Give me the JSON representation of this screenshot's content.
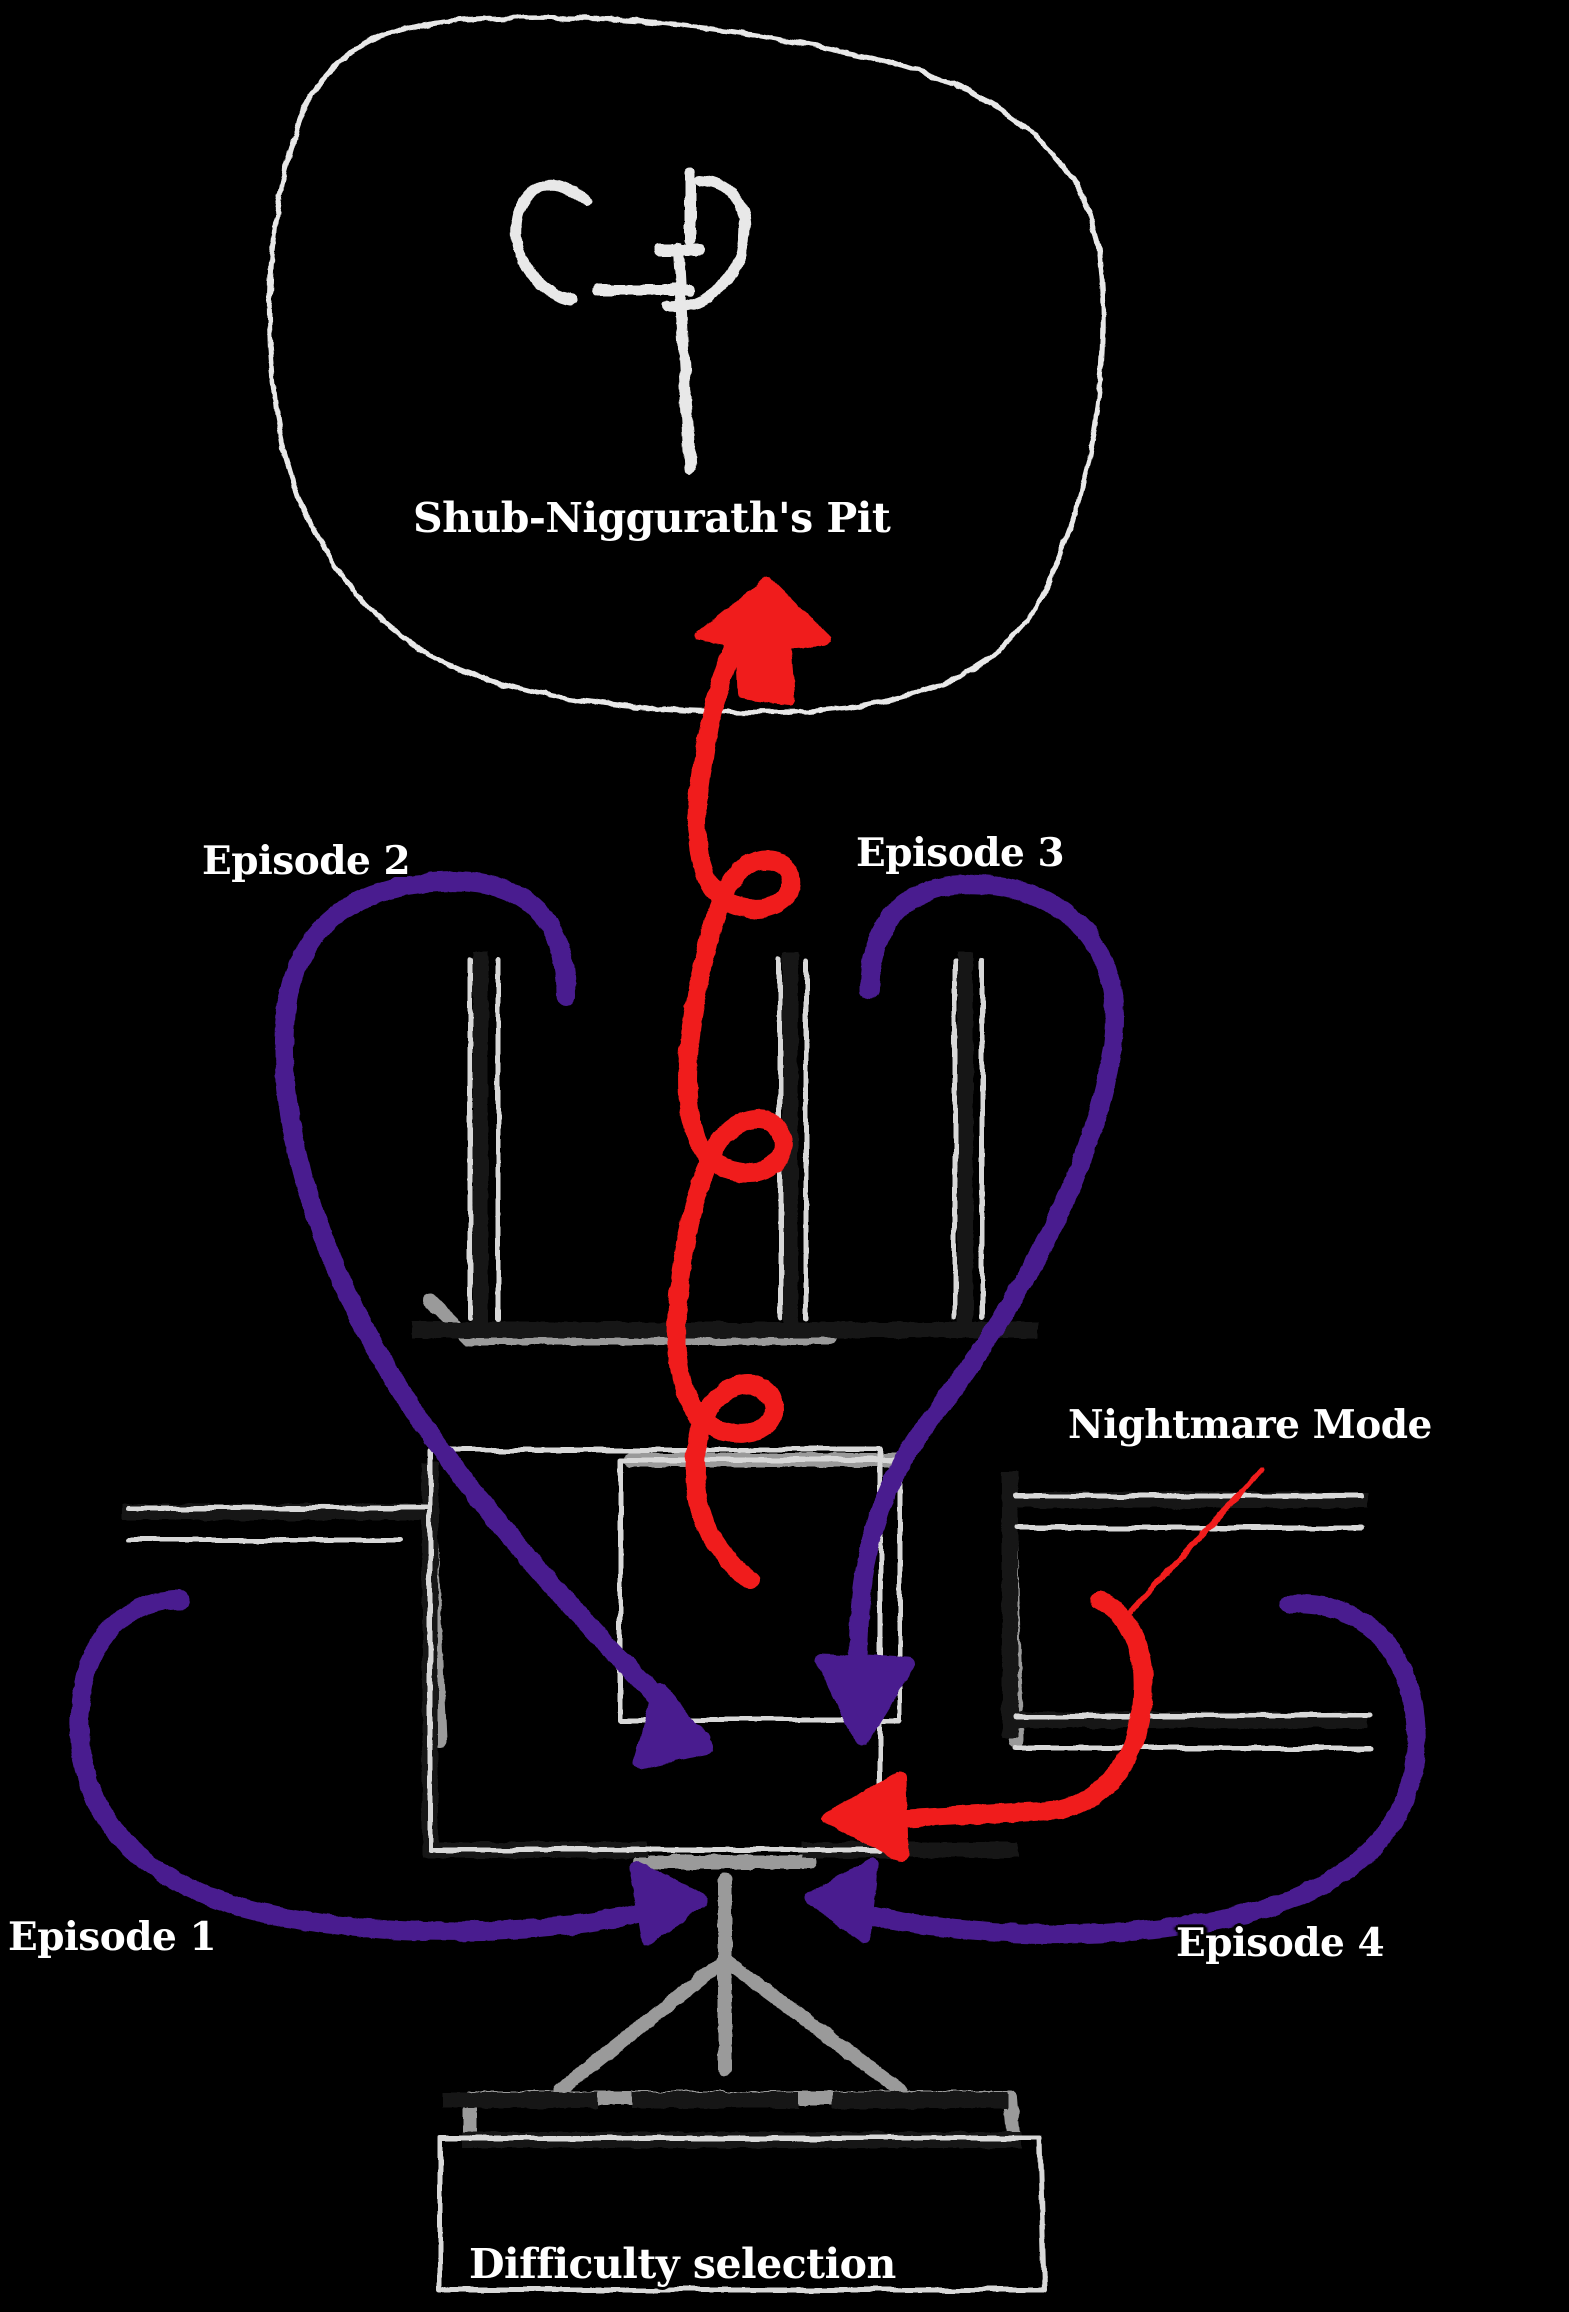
{
  "scene": {
    "background_color": "#000000",
    "title": "Quake start map menu sketch"
  },
  "labels": {
    "pit": "Shub-Niggurath's Pit",
    "episode2": "Episode 2",
    "episode3": "Episode 3",
    "nightmare": "Nightmare Mode",
    "episode1": "Episode 1",
    "episode4": "Episode 4",
    "difficulty": "Difficulty selection"
  },
  "colors": {
    "outline": "#e8e8e8",
    "dark_outline": "#1a1a1a",
    "mid_gray": "#9a9a9a",
    "purple": "#4a1f8f",
    "red": "#f01c1c",
    "text": "#ffffff"
  },
  "arrows": [
    {
      "name": "arrow-pit",
      "color": "#f01c1c",
      "from": "center-platform",
      "to": "pit-portal"
    },
    {
      "name": "arrow-episode-1",
      "color": "#4a1f8f",
      "from": "left-outer",
      "to": "center-platform"
    },
    {
      "name": "arrow-episode-2",
      "color": "#4a1f8f",
      "from": "upper-left",
      "to": "center-platform"
    },
    {
      "name": "arrow-episode-3",
      "color": "#4a1f8f",
      "from": "upper-right",
      "to": "center-platform"
    },
    {
      "name": "arrow-episode-4",
      "color": "#4a1f8f",
      "from": "right-outer",
      "to": "center-platform"
    },
    {
      "name": "arrow-nightmare",
      "color": "#f01c1c",
      "from": "nightmare-ledge",
      "to": "center-platform"
    }
  ]
}
